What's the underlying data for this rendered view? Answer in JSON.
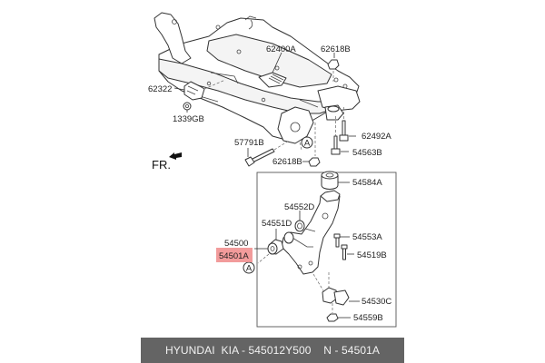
{
  "diagram": {
    "orientation_label": "FR.",
    "callout_letter": "A",
    "highlight_color": "#f08a8a",
    "labels": {
      "l62400A": "62400A",
      "l62618B_top": "62618B",
      "l62322": "62322",
      "l1339GB": "1339GB",
      "l62492A": "62492A",
      "l57791B": "57791B",
      "l54563B": "54563B",
      "l62618B_bot": "62618B",
      "l54584A": "54584A",
      "l54552D": "54552D",
      "l54551D": "54551D",
      "l54553A": "54553A",
      "l54500": "54500",
      "l54501A": "54501A",
      "l54519B": "54519B",
      "l54530C": "54530C",
      "l54559B": "54559B"
    }
  },
  "footer": {
    "text": "HYUNDAI  KIA - 545012Y500    N - 54501A",
    "background": "#646464"
  }
}
